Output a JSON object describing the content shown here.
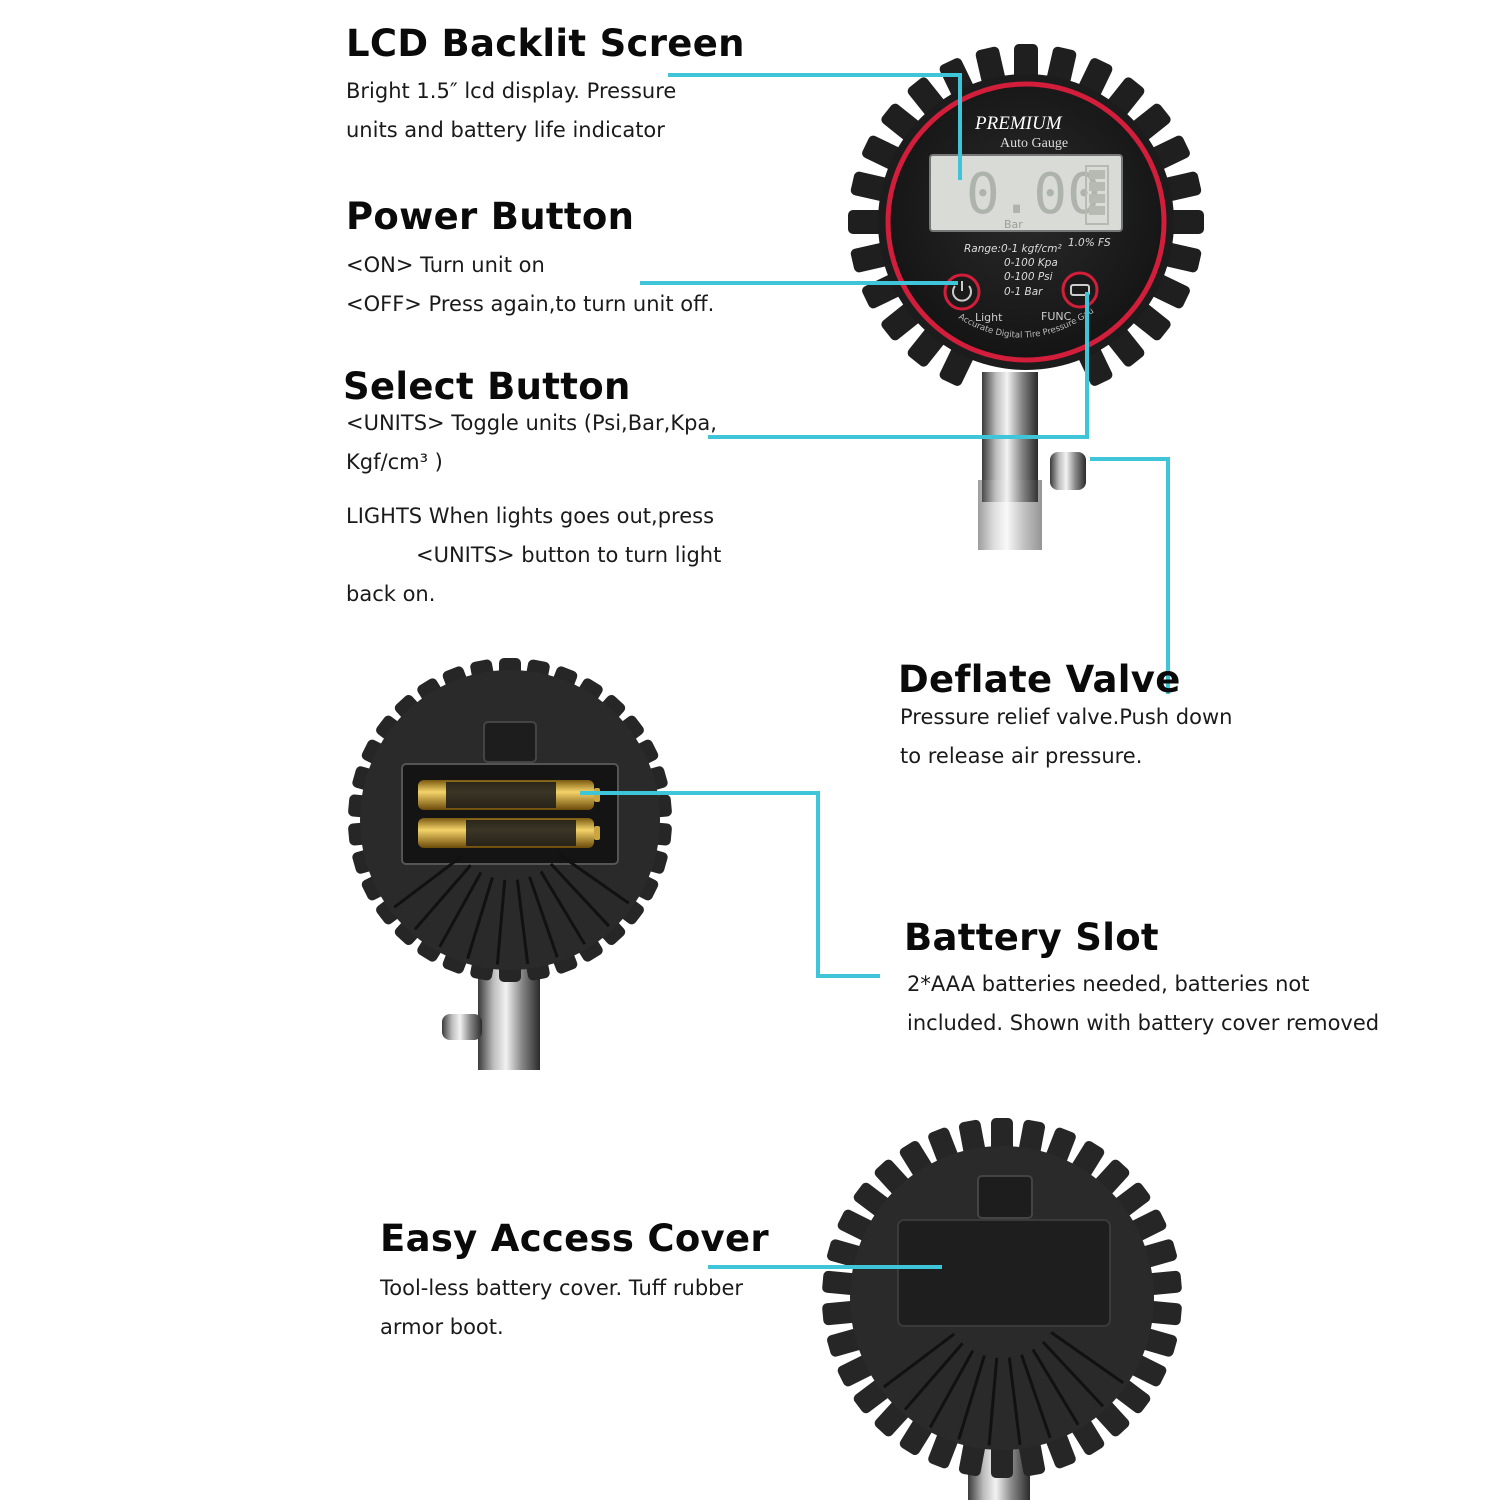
{
  "accent_color": "#3ec6d8",
  "gauge_ring_color": "#d21e3a",
  "callouts": {
    "lcd": {
      "title": "LCD Backlit Screen",
      "line1": "Bright 1.5″  lcd display. Pressure",
      "line2": "units and battery life indicator"
    },
    "power": {
      "title": "Power Button",
      "line1": "<ON> Turn unit on",
      "line2": "<OFF> Press again,to turn unit off."
    },
    "select": {
      "title": "Select Button",
      "line1": "<UNITS> Toggle units (Psi,Bar,Kpa,",
      "line2": "Kgf/cm³ )",
      "line3": "LIGHTS When lights goes out,press",
      "line4": "<UNITS> button to turn light",
      "line5": "back on."
    },
    "deflate": {
      "title": "Deflate Valve",
      "line1": "Pressure relief valve.Push down",
      "line2": "to release air pressure."
    },
    "battery": {
      "title": "Battery Slot",
      "line1": "2*AAA batteries needed, batteries not",
      "line2": "included. Shown with battery cover removed"
    },
    "cover": {
      "title": "Easy Access Cover",
      "line1": "Tool-less battery cover. Tuff rubber",
      "line2": "armor boot."
    }
  },
  "gauge_face": {
    "brand": "PREMIUM",
    "subtitle": "Auto Gauge",
    "reading": "0.00",
    "unit": "Bar",
    "range_label": "Range:0-1 kgf/cm²",
    "range_kpa": "0-100 Kpa",
    "range_psi": "0-100 Psi",
    "range_bar": "0-1 Bar",
    "accuracy": "1.0% FS",
    "light_label": "Light",
    "func_label": "FUNC",
    "arc_text": "Accurate Digital Tire Pressure Gauge"
  }
}
